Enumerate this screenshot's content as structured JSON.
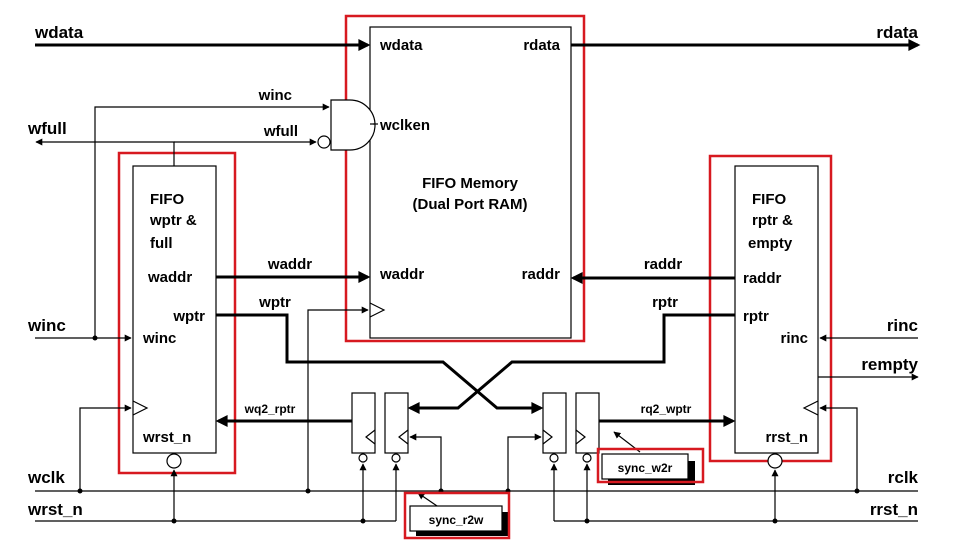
{
  "highlight_color": "#d71920",
  "memory": {
    "title_line1": "FIFO Memory",
    "title_line2": "(Dual Port RAM)",
    "ports": {
      "wdata": "wdata",
      "rdata": "rdata",
      "wclken": "wclken",
      "waddr": "waddr",
      "raddr": "raddr"
    }
  },
  "wptr_block": {
    "title_line1": "FIFO",
    "title_line2": "wptr &",
    "title_line3": "full",
    "ports": {
      "waddr": "waddr",
      "wptr": "wptr",
      "winc": "winc",
      "wrst_n": "wrst_n"
    }
  },
  "rptr_block": {
    "title_line1": "FIFO",
    "title_line2": "rptr &",
    "title_line3": "empty",
    "ports": {
      "raddr": "raddr",
      "rptr": "rptr",
      "rinc": "rinc",
      "rrst_n": "rrst_n"
    }
  },
  "external": {
    "wdata_in": "wdata",
    "rdata_out": "rdata",
    "wfull_out": "wfull",
    "winc_in": "winc",
    "wclk_in": "wclk",
    "wrst_n_in": "wrst_n",
    "rinc_in": "rinc",
    "rempty_out": "rempty",
    "rclk_in": "rclk",
    "rrst_n_in": "rrst_n"
  },
  "nets": {
    "winc_gate": "winc",
    "wfull_gate": "wfull",
    "waddr": "waddr",
    "wptr": "wptr",
    "raddr": "raddr",
    "rptr": "rptr",
    "wq2_rptr": "wq2_rptr",
    "rq2_wptr": "rq2_wptr"
  },
  "sync": {
    "r2w": "sync_r2w",
    "w2r": "sync_w2r"
  }
}
